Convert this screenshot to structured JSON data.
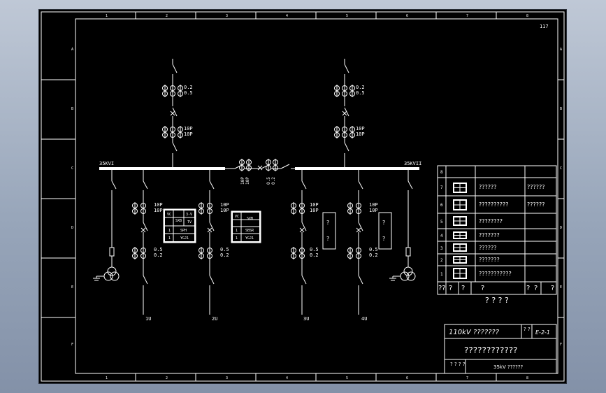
{
  "sheet": {
    "page_number": "117",
    "columns": [
      "1",
      "2",
      "3",
      "4",
      "5",
      "6",
      "7",
      "8"
    ],
    "rows": [
      "A",
      "B",
      "C",
      "D",
      "E",
      "F"
    ]
  },
  "buses": {
    "left_label": "35KVI",
    "right_label": "35KVII"
  },
  "incomers": {
    "ct_accuracy_top": [
      "0.2",
      "0.5"
    ],
    "ct_protection": [
      "10P",
      "10P"
    ]
  },
  "bus_tie": {
    "left_ct": [
      "10P",
      "10P"
    ],
    "right_ct": [
      "0.5",
      "0.2"
    ]
  },
  "feeders": {
    "ct_protection": [
      "10P",
      "10P"
    ],
    "ct_metering": [
      "0.5",
      "0.2"
    ],
    "labels": [
      "1U",
      "2U",
      "3U",
      "4U"
    ]
  },
  "box1": {
    "cells": [
      "VC",
      "SXB",
      "3-V",
      "TV",
      "SPH",
      "YGJ1",
      "1",
      "1"
    ]
  },
  "box2": {
    "cells": [
      "VC",
      "SXB",
      "1",
      "SBSR",
      "1",
      "YGJ1"
    ]
  },
  "question_boxes": [
    "?",
    "?"
  ],
  "legend": {
    "header_no": "8",
    "rows": [
      {
        "no": "7",
        "name": "??????",
        "spec": "??????"
      },
      {
        "no": "6",
        "name": "??????????",
        "spec": "??????"
      },
      {
        "no": "5",
        "name": "????????",
        "spec": ""
      },
      {
        "no": "4",
        "name": "???????",
        "spec": ""
      },
      {
        "no": "3",
        "name": "??????",
        "spec": ""
      },
      {
        "no": "2",
        "name": "???????",
        "spec": ""
      },
      {
        "no": "1",
        "name": "???????????",
        "spec": ""
      }
    ],
    "footer": [
      "??",
      "?",
      "?",
      "?",
      "?",
      "?",
      "?"
    ],
    "caption": "? ? ? ?"
  },
  "title_block": {
    "project": "110kV ???????",
    "rev": "?\n?",
    "drawing_no": "E-2-1",
    "title": "????????????",
    "corner": "? ?\n? ?",
    "subtitle": "35kV ??????"
  }
}
